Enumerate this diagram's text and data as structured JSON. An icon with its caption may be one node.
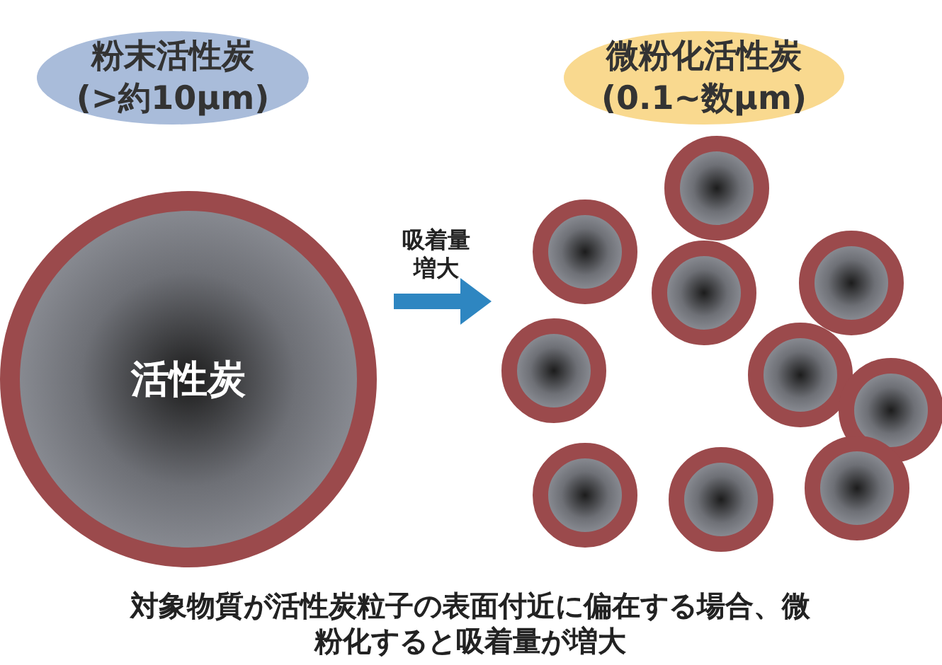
{
  "diagram": {
    "nodes": [
      {
        "text": [
          "粉末活性炭",
          "(>約10μm)"
        ]
      },
      {
        "text": [
          "活性炭"
        ]
      },
      {
        "text": [
          "微粉化活性炭",
          "(0.1~数μm)"
        ]
      },
      {
        "text": [],
        "shape": "circle"
      },
      {
        "text": [],
        "shape": "circle"
      },
      {
        "text": [],
        "shape": "circle"
      },
      {
        "text": [],
        "shape": "circle"
      },
      {
        "text": [],
        "shape": "circle"
      },
      {
        "text": [],
        "shape": "circle"
      },
      {
        "text": [],
        "shape": "circle"
      },
      {
        "text": [],
        "shape": "circle"
      },
      {
        "text": [],
        "shape": "circle"
      },
      {
        "text": [],
        "shape": "circle"
      }
    ],
    "edges": [
      {
        "from": 1,
        "to": 7,
        "arrow": "to",
        "label": "吸着量増大",
        "color": "#2e86c1"
      }
    ],
    "caption": "対象物質が活性炭粒子の表面付近に偏在する場合、微粉化すると吸着量が増大"
  }
}
